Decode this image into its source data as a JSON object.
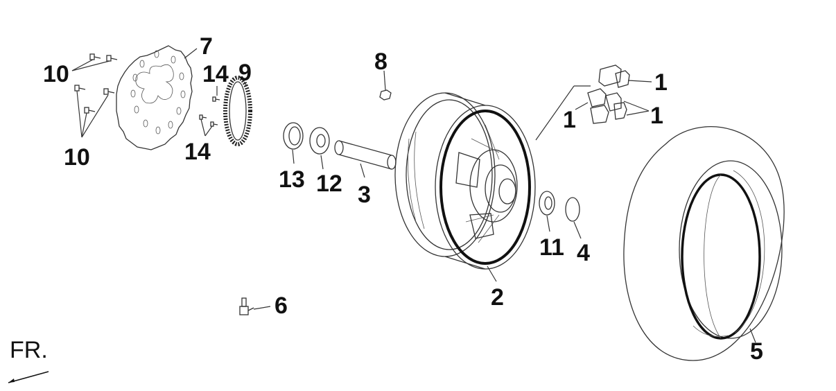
{
  "direction_label": "FR.",
  "callouts": {
    "brake_disc": "7",
    "tone_ring": "9",
    "disc_bolts_upper": "10",
    "disc_bolts_lower": "10",
    "ring_screws_upper": "14",
    "ring_screws_lower": "14",
    "seal": "13",
    "bearing_left": "12",
    "spacer_tube": "3",
    "nut": "8",
    "wheel_rim": "2",
    "bearing_right": "11",
    "circlip": "4",
    "damper_upper": "1",
    "damper_left": "1",
    "damper_right": "1",
    "tire": "5",
    "valve": "6"
  },
  "colors": {
    "line": "#333333",
    "text": "#111111",
    "background": "#ffffff"
  }
}
